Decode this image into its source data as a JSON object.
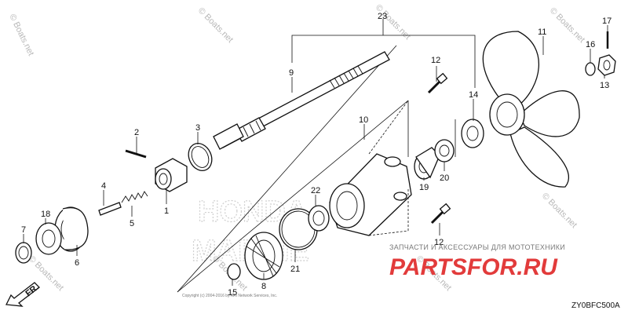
{
  "diagram": {
    "code": "ZY0BFC500A",
    "copyright_notice": "Copyright (c) 2004-2016 by ARI Network Services, Inc.",
    "watermark": {
      "text": "© Boats.net"
    },
    "bg_logo": {
      "line1": "HONDA",
      "line2": "MARINE"
    },
    "brand": {
      "tagline": "ЗАПЧАСТИ И АКСЕССУАРЫ ДЛЯ МОТОТЕХНИКИ",
      "name": "PARTSFOR.RU"
    },
    "front_label": "FR.",
    "callouts": [
      {
        "id": "c1",
        "label": "1"
      },
      {
        "id": "c2",
        "label": "2"
      },
      {
        "id": "c3",
        "label": "3"
      },
      {
        "id": "c4",
        "label": "4"
      },
      {
        "id": "c5",
        "label": "5"
      },
      {
        "id": "c6",
        "label": "6"
      },
      {
        "id": "c7",
        "label": "7"
      },
      {
        "id": "c8",
        "label": "8"
      },
      {
        "id": "c9",
        "label": "9"
      },
      {
        "id": "c10",
        "label": "10"
      },
      {
        "id": "c11",
        "label": "11"
      },
      {
        "id": "c12a",
        "label": "12"
      },
      {
        "id": "c12b",
        "label": "12"
      },
      {
        "id": "c13",
        "label": "13"
      },
      {
        "id": "c14",
        "label": "14"
      },
      {
        "id": "c15",
        "label": "15"
      },
      {
        "id": "c16",
        "label": "16"
      },
      {
        "id": "c17",
        "label": "17"
      },
      {
        "id": "c18",
        "label": "18"
      },
      {
        "id": "c19",
        "label": "19"
      },
      {
        "id": "c20",
        "label": "20"
      },
      {
        "id": "c21",
        "label": "21"
      },
      {
        "id": "c22",
        "label": "22"
      },
      {
        "id": "c23",
        "label": "23"
      }
    ]
  }
}
